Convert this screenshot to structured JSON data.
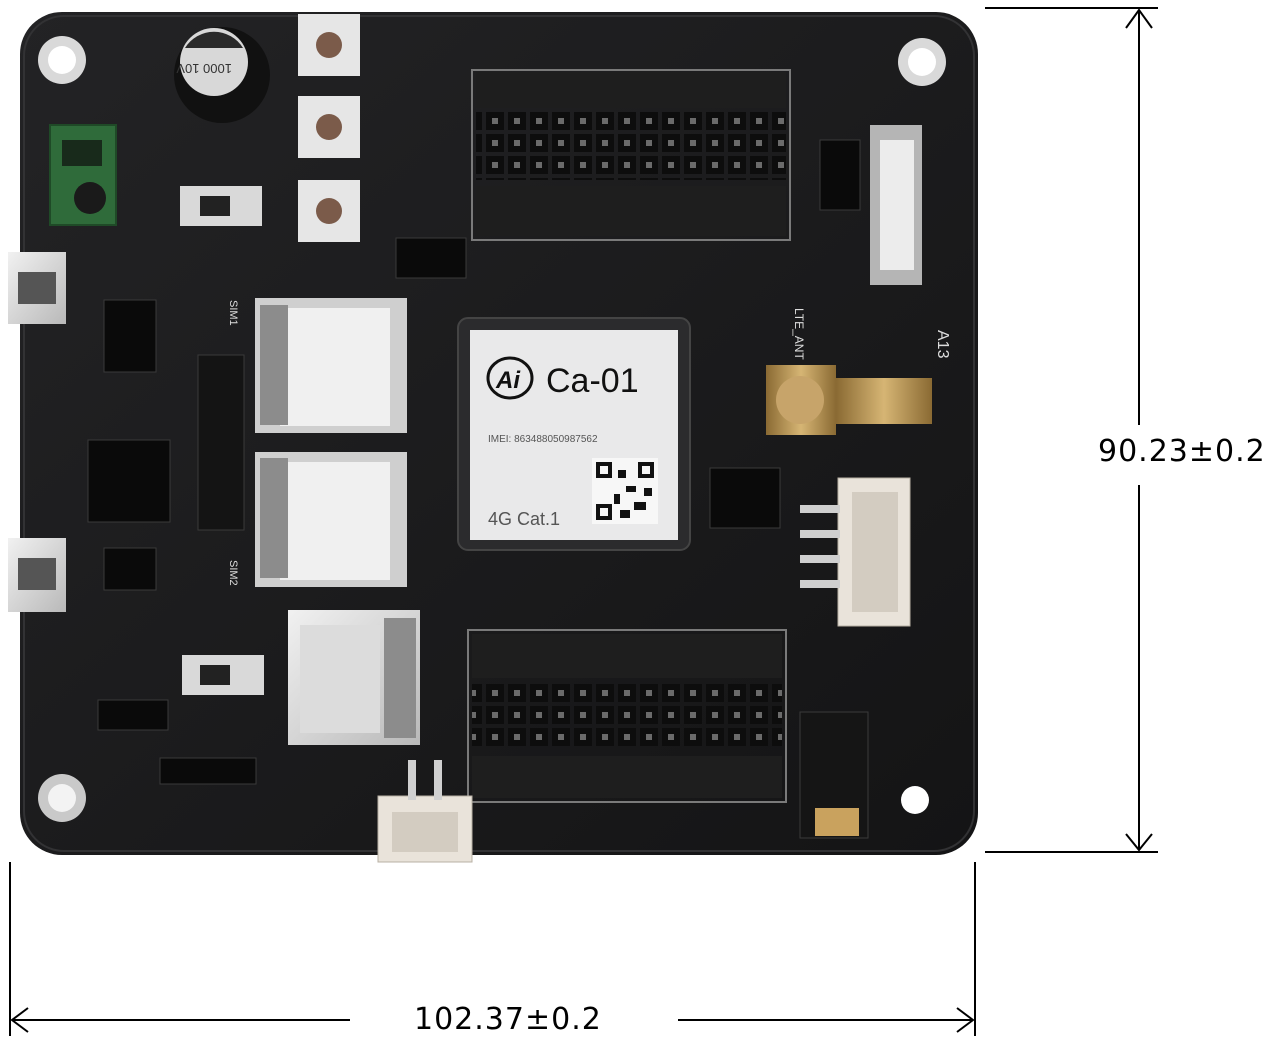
{
  "module": {
    "brand_logo": "Ai",
    "model": "Ca-01",
    "imei": "IMEI: 863488050987562",
    "category": "4G Cat.1"
  },
  "silkscreen": {
    "board_label": "A13",
    "antenna_label": "LTE_ANT",
    "sim1_label": "SIM1",
    "sim2_label": "SIM2",
    "capacitor_label": "1000 10V"
  },
  "dimensions": {
    "height": "90.23±0.2",
    "width": "102.37±0.2"
  },
  "colors": {
    "pcb": "#1b1b1d",
    "pcb_edge": "#2a2a2c",
    "module_face": "#e9e9ea",
    "connector": "#e9e3da",
    "sma_gold": "#b8934e",
    "background": "#ffffff"
  }
}
